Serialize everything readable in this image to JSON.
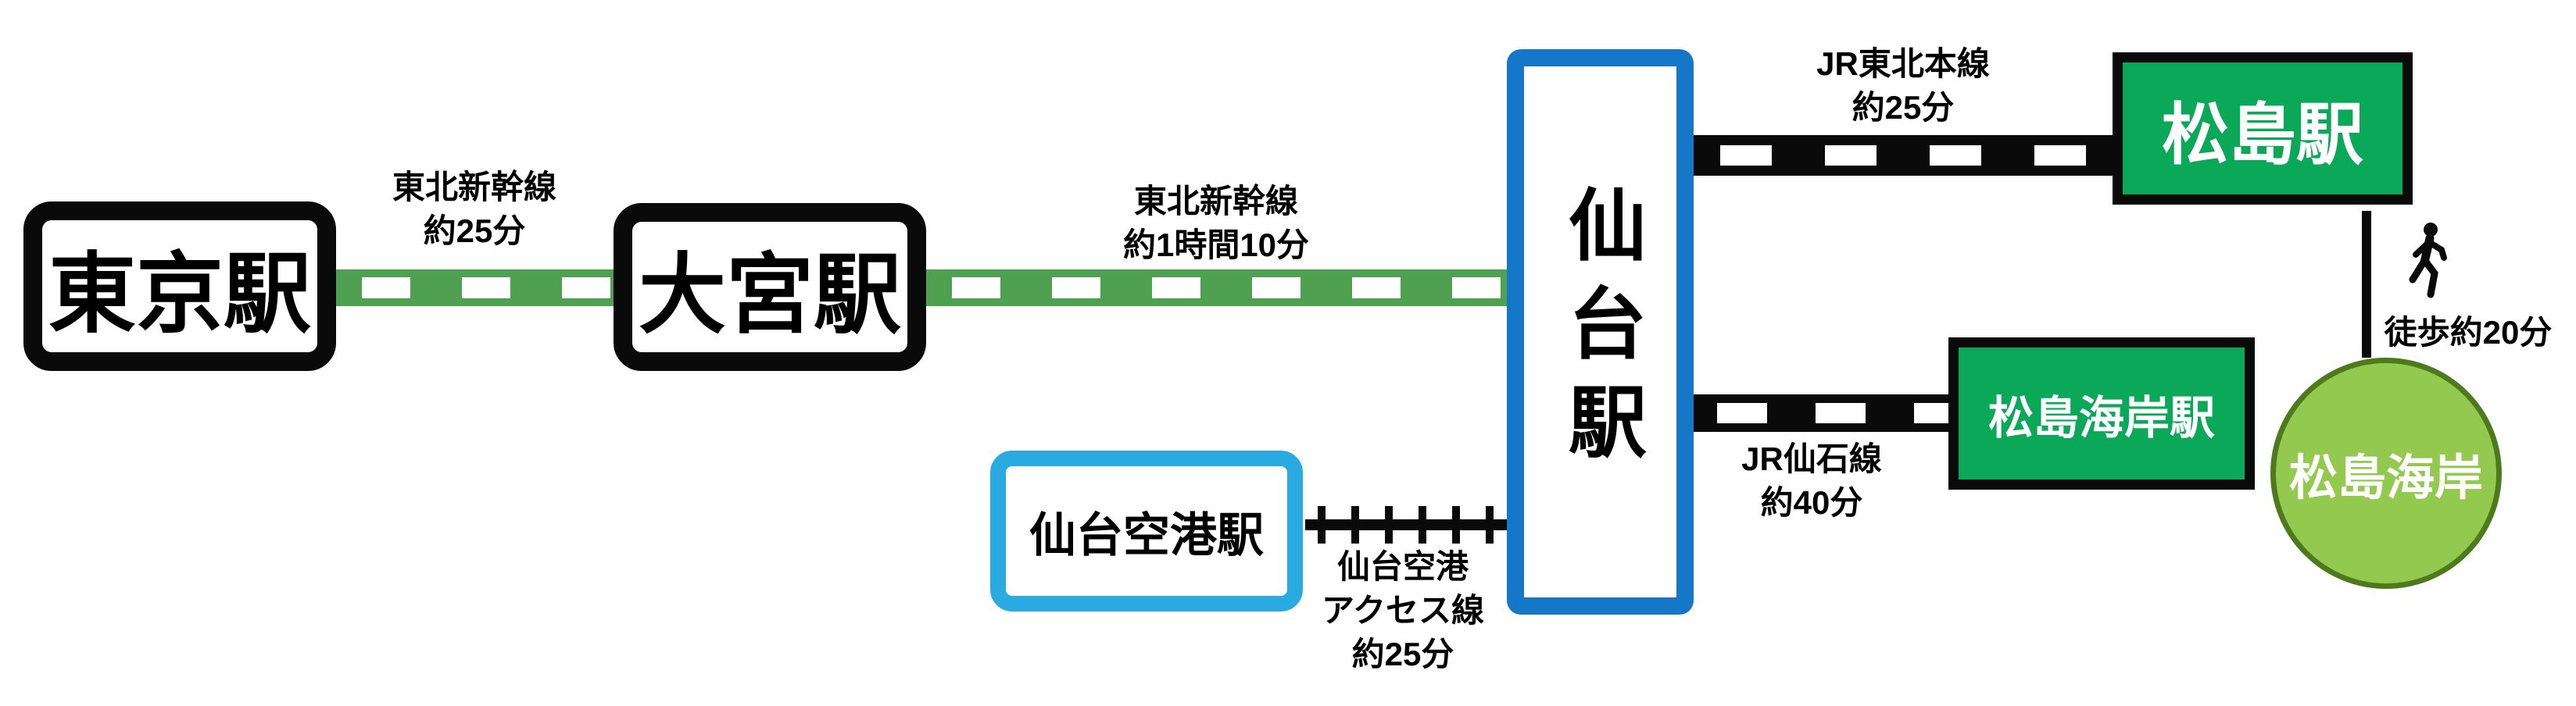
{
  "stations": {
    "tokyo": {
      "name": "東京駅"
    },
    "omiya": {
      "name": "大宮駅"
    },
    "sendai": {
      "name": "仙台駅"
    },
    "matsushima": {
      "name": "松島駅"
    },
    "matsushima_kaigan": {
      "name": "松島海岸駅"
    },
    "sendai_airport": {
      "name": "仙台空港駅"
    }
  },
  "destination": {
    "name": "松島海岸"
  },
  "routes": {
    "shinkansen_1": {
      "line": "東北新幹線",
      "duration": "約25分"
    },
    "shinkansen_2": {
      "line": "東北新幹線",
      "duration": "約1時間10分"
    },
    "tohoku_honsen": {
      "line": "JR東北本線",
      "duration": "約25分"
    },
    "senseki": {
      "line": "JR仙石線",
      "duration": "約40分"
    },
    "airport_access": {
      "label_lines": [
        "仙台空港",
        "アクセス線",
        "約25分"
      ]
    },
    "walk": {
      "label": "徒歩約20分"
    }
  },
  "icons": {
    "walk": "walking-person-icon"
  },
  "colors": {
    "station_green": "#0aa858",
    "circle_green": "#93c94e",
    "circle_border": "#4e7a1e",
    "line_green": "#4fa050",
    "sendai_blue": "#1577c8",
    "airport_cyan": "#29abe2",
    "black": "#0a0a0a"
  }
}
